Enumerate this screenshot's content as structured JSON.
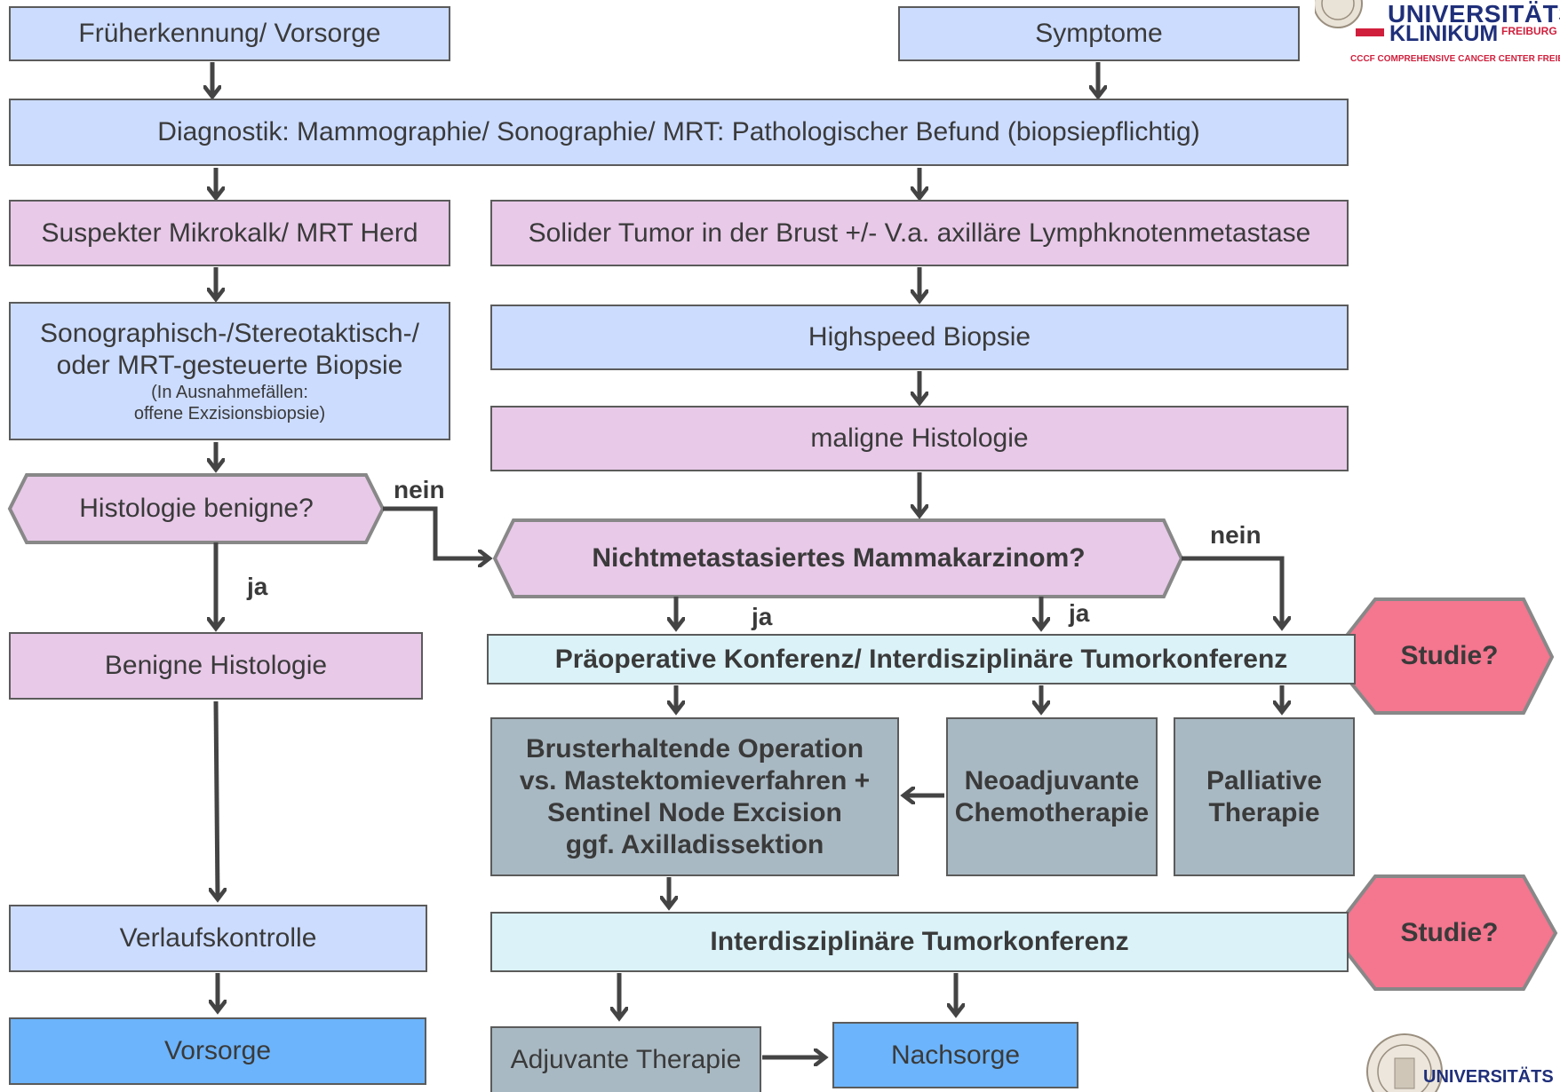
{
  "nodes": {
    "frueh": "Früherkennung/ Vorsorge",
    "symptome": "Symptome",
    "diagnostik": "Diagnostik: Mammographie/ Sonographie/ MRT: Pathologischer Befund (biopsiepflichtig)",
    "mikrokalk": "Suspekter Mikrokalk/ MRT Herd",
    "solider_tumor": "Solider Tumor in der Brust +/- V.a. axilläre Lymphknotenmetastase",
    "biopsie_line1": "Sonographisch-/Stereotaktisch-/",
    "biopsie_line2": "oder MRT-gesteuerte Biopsie",
    "biopsie_note1": "(In Ausnahmefällen:",
    "biopsie_note2": "offene Exzisionsbiopsie)",
    "highspeed": "Highspeed Biopsie",
    "maligne": "maligne Histologie",
    "benigne_q": "Histologie benigne?",
    "nichtmeta_q": "Nichtmetastasiertes Mammakarzinom?",
    "benigne": "Benigne Histologie",
    "praeop": "Präoperative Konferenz/ Interdisziplinäre Tumorkonferenz",
    "studie1": "Studie?",
    "op_line1": "Brusterhaltende Operation",
    "op_line2": "vs. Mastektomieverfahren +",
    "op_line3": "Sentinel Node Excision",
    "op_line4": "ggf. Axilladissektion",
    "neo_line1": "Neoadjuvante",
    "neo_line2": "Chemotherapie",
    "pall_line1": "Palliative",
    "pall_line2": "Therapie",
    "verlauf": "Verlaufskontrolle",
    "tumorkonf": "Interdisziplinäre Tumorkonferenz",
    "studie2": "Studie?",
    "vorsorge": "Vorsorge",
    "adjuvant": "Adjuvante Therapie",
    "nachsorge": "Nachsorge"
  },
  "edge_labels": {
    "nein1": "nein",
    "ja1": "ja",
    "nein2": "nein",
    "ja2": "ja",
    "ja3": "ja"
  },
  "logo": {
    "line1": "UNIVERSITÄTS",
    "line2": "KLINIKUM",
    "city": "FREIBURG",
    "center": "CCCF COMPREHENSIVE CANCER CENTER FREIBURG",
    "bottom": "UNIVERSITÄTS"
  },
  "colors": {
    "light_blue": "#ccdcff",
    "pink": "#e8c9e8",
    "cyan": "#daf2f8",
    "grey_blue": "#a9b9c3",
    "blue": "#6cb4fb",
    "studie_red": "#f4768f",
    "arrow": "#444444"
  }
}
